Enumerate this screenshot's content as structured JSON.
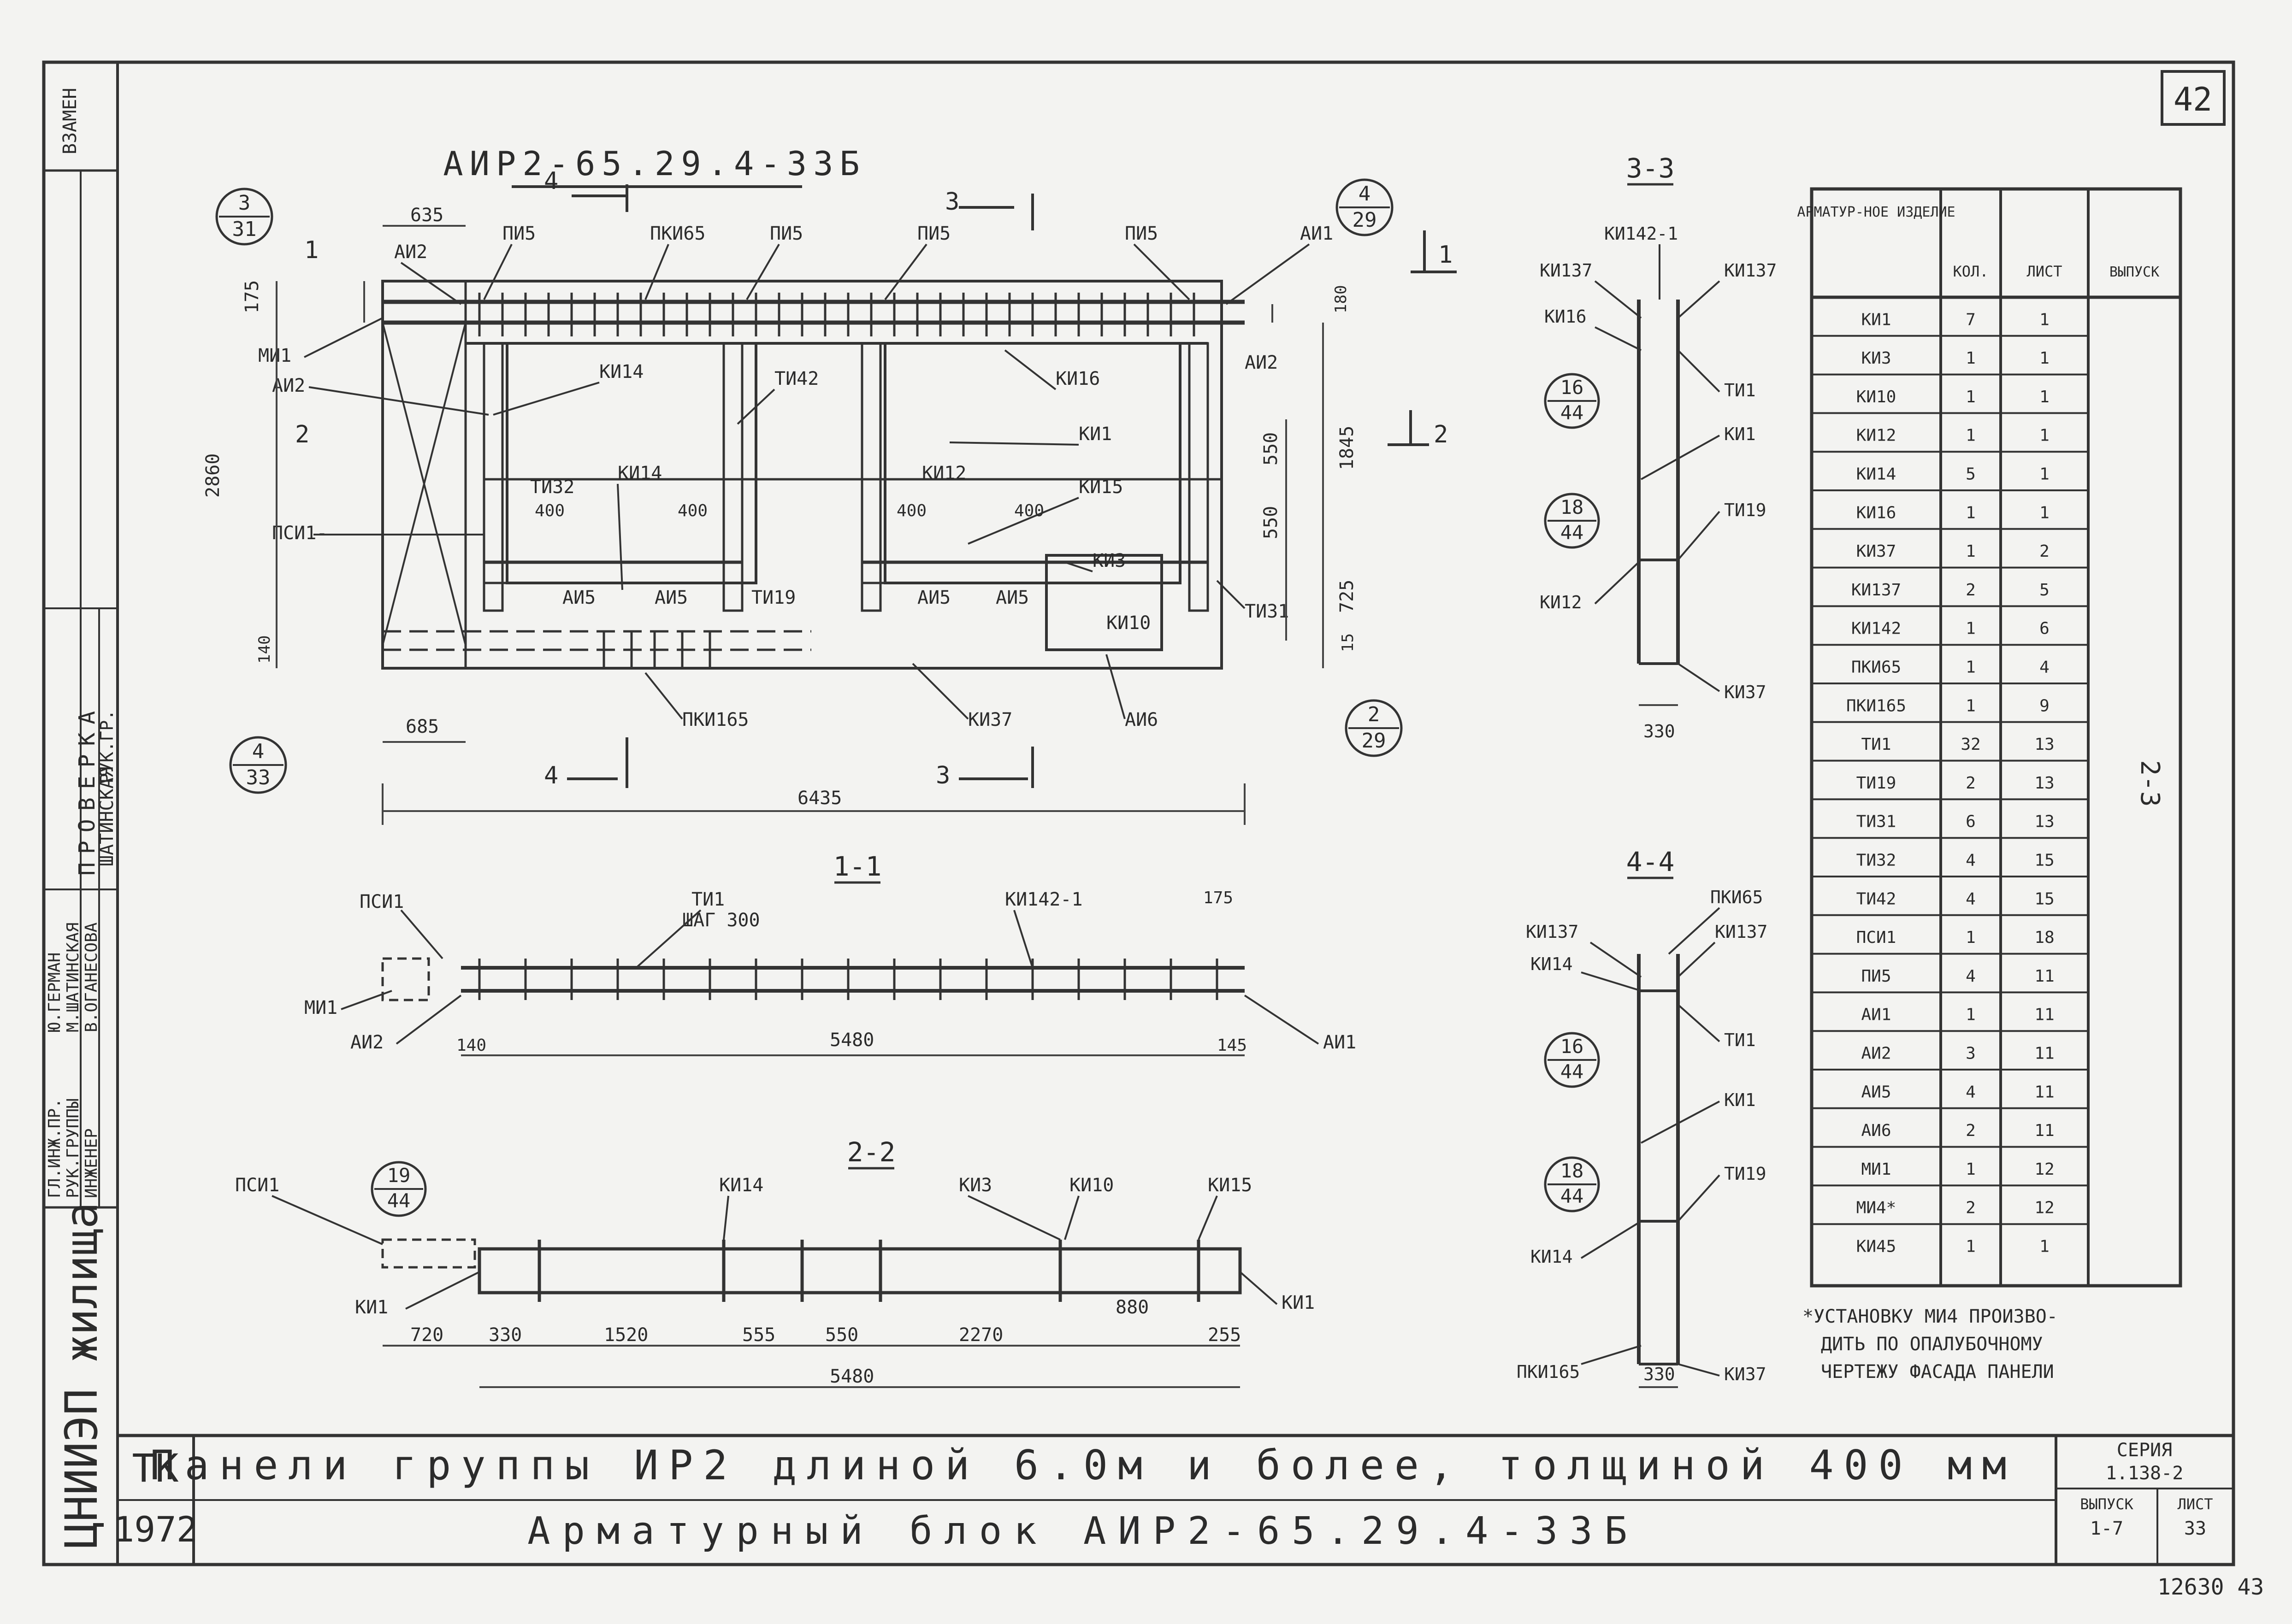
{
  "sheet_number": "42",
  "stamp_bottom": "12630 43",
  "sidebar": {
    "vzamen": "ВЗАМЕН",
    "org": "ЦНИИЭП жилища",
    "proverka": "ПРОВЕРКА",
    "shatinskaya": "ШАТИНСКАЯ",
    "roles": [
      "ГЛ.ИНЖ.ПР.",
      "РУК.ГРУППЫ",
      "ИНЖЕНЕР"
    ],
    "names": [
      "Ю.ГЕРМАН",
      "М.ШАТИНСКАЯ",
      "В.ОГАНЕСОВА"
    ],
    "ruk_gr": "РУК.ГР."
  },
  "title_block": {
    "tk": "ТК",
    "year": "1972",
    "line1": "Панели группы ИР2 длиной 6.0м и более, толщиной 400 мм",
    "line2": "Арматурный блок АИР2-65.29.4-33Б",
    "seria_label": "СЕРИЯ",
    "seria_value": "1.138-2",
    "vypusk_label": "ВЫПУСК",
    "vypusk_value": "1-7",
    "list_label": "ЛИСТ",
    "list_value": "33"
  },
  "main_view": {
    "title": "АИР2-65.29.4-33Б",
    "labels": {
      "pi5": "ПИ5",
      "pki65": "ПКИ65",
      "ai1": "АИ1",
      "ai2": "АИ2",
      "mi1": "МИ1",
      "psi1": "ПСИ1-",
      "ki14": "КИ14",
      "ki16": "КИ16",
      "ki1": "КИ1",
      "ki12": "КИ12",
      "ki15": "КИ15",
      "ki3": "КИ3",
      "ki10": "КИ10",
      "ki37": "КИ37",
      "ai5": "АИ5",
      "ai6": "АИ6",
      "ti32": "ТИ32",
      "ti42": "ТИ42",
      "ti19": "ТИ19",
      "ti31": "ТИ31",
      "pki165": "ПКИ165"
    },
    "dims": {
      "d635": "635",
      "d175": "175",
      "d180": "180",
      "d2860": "2860",
      "d1845": "1845",
      "d550a": "550",
      "d550b": "550",
      "d725": "725",
      "d15": "15",
      "d140": "140",
      "d685": "685",
      "d6435": "6435",
      "d400": "400"
    },
    "cuts": {
      "c1": "1",
      "c2": "2",
      "c3": "3",
      "c4": "4"
    },
    "refs": [
      {
        "top": "3",
        "bot": "31"
      },
      {
        "top": "4",
        "bot": "29"
      },
      {
        "top": "4",
        "bot": "33"
      },
      {
        "top": "2",
        "bot": "29"
      }
    ]
  },
  "section_1_1": {
    "title": "1-1",
    "labels": {
      "psi1": "ПСИ1",
      "ti1": "ТИ1",
      "shag": "ШАГ 300",
      "ki142": "КИ142-1",
      "mi1": "МИ1",
      "ai2": "АИ2",
      "ai1": "АИ1"
    },
    "dims": {
      "d175": "175",
      "d140": "140",
      "d5480": "5480",
      "d145": "145"
    }
  },
  "section_2_2": {
    "title": "2-2",
    "labels": {
      "psi1": "ПСИ1",
      "ki14": "КИ14",
      "ki3": "КИ3",
      "ki10": "КИ10",
      "ki15": "КИ15",
      "ki1a": "КИ1",
      "ki1b": "КИ1"
    },
    "ref": {
      "top": "19",
      "bot": "44"
    },
    "dims": [
      "720",
      "330",
      "1520",
      "555",
      "550",
      "2270",
      "880",
      "255"
    ],
    "total": "5480"
  },
  "section_3_3": {
    "title": "3-3",
    "labels": {
      "ki142": "КИ142-1",
      "ki137a": "КИ137",
      "ki137b": "КИ137",
      "ki16": "КИ16",
      "ti1": "ТИ1",
      "ki1": "КИ1",
      "ti19": "ТИ19",
      "ki12": "КИ12",
      "ki37": "КИ37"
    },
    "refs": [
      {
        "top": "16",
        "bot": "44"
      },
      {
        "top": "18",
        "bot": "44"
      }
    ],
    "dim": "330"
  },
  "section_4_4": {
    "title": "4-4",
    "labels": {
      "pki65": "ПКИ65",
      "ki137a": "КИ137",
      "ki137b": "КИ137",
      "ki14a": "КИ14",
      "ti1": "ТИ1",
      "ki1": "КИ1",
      "ti19": "ТИ19",
      "ki14b": "КИ14",
      "pki165": "ПКИ165",
      "ki37": "КИ37"
    },
    "refs": [
      {
        "top": "16",
        "bot": "44"
      },
      {
        "top": "18",
        "bot": "44"
      }
    ],
    "dim": "330"
  },
  "table": {
    "headers": [
      "АРМАТУР-НОЕ ИЗДЕЛИЕ",
      "КОЛ.",
      "ЛИСТ",
      "ВЫПУСК"
    ],
    "vypusk_value": "2-3",
    "rows": [
      [
        "КИ1",
        "7",
        "1"
      ],
      [
        "КИ3",
        "1",
        "1"
      ],
      [
        "КИ10",
        "1",
        "1"
      ],
      [
        "КИ12",
        "1",
        "1"
      ],
      [
        "КИ14",
        "5",
        "1"
      ],
      [
        "КИ16",
        "1",
        "1"
      ],
      [
        "КИ37",
        "1",
        "2"
      ],
      [
        "КИ137",
        "2",
        "5"
      ],
      [
        "КИ142",
        "1",
        "6"
      ],
      [
        "ПКИ65",
        "1",
        "4"
      ],
      [
        "ПКИ165",
        "1",
        "9"
      ],
      [
        "ТИ1",
        "32",
        "13"
      ],
      [
        "ТИ19",
        "2",
        "13"
      ],
      [
        "ТИ31",
        "6",
        "13"
      ],
      [
        "ТИ32",
        "4",
        "15"
      ],
      [
        "ТИ42",
        "4",
        "15"
      ],
      [
        "ПСИ1",
        "1",
        "18"
      ],
      [
        "ПИ5",
        "4",
        "11"
      ],
      [
        "АИ1",
        "1",
        "11"
      ],
      [
        "АИ2",
        "3",
        "11"
      ],
      [
        "АИ5",
        "4",
        "11"
      ],
      [
        "АИ6",
        "2",
        "11"
      ],
      [
        "МИ1",
        "1",
        "12"
      ],
      [
        "МИ4*",
        "2",
        "12"
      ],
      [
        "КИ45",
        "1",
        "1"
      ]
    ],
    "note": [
      "*УСТАНОВКУ МИ4 ПРОИЗВО-",
      "ДИТЬ ПО ОПАЛУБОЧНОМУ",
      "ЧЕРТЕЖУ ФАСАДА ПАНЕЛИ"
    ]
  }
}
